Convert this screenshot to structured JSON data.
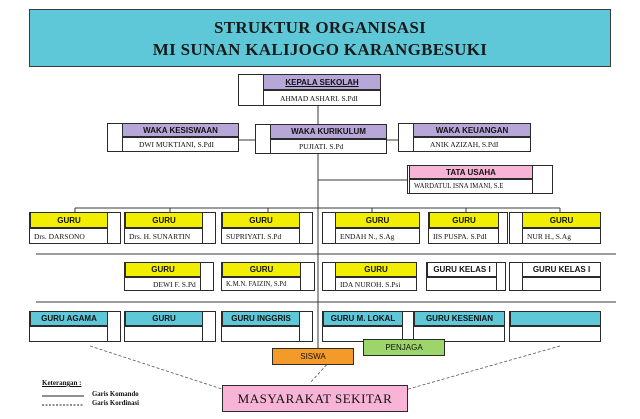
{
  "title": {
    "line1": "STRUKTUR ORGANISASI",
    "line2": "MI SUNAN KALIJOGO KARANGBESUKI"
  },
  "kepala": {
    "title": "KEPALA SEKOLAH",
    "name": "AHMAD ASHARI. S.PdI"
  },
  "waka_kesiswaan": {
    "title": "WAKA KESISWAAN",
    "name": "DWI MUKTIANI, S.PdI"
  },
  "waka_kurikulum": {
    "title": "WAKA KURIKULUM",
    "name": "PUJIATI. S.Pd"
  },
  "waka_keuangan": {
    "title": "WAKA KEUANGAN",
    "name": "ANIK AZIZAH, S.PdI"
  },
  "tata_usaha": {
    "title": "TATA USAHA",
    "name": "WARDATUL ISNA IMANI, S.E"
  },
  "guru_row1": [
    {
      "title": "GURU",
      "name": "Drs. DARSONO"
    },
    {
      "title": "GURU",
      "name": "Drs. H. SUNARTIN"
    },
    {
      "title": "GURU",
      "name": "SUPRIYATI. S.Pd"
    },
    {
      "title": "GURU",
      "name": "ENDAH N., S.Ag"
    },
    {
      "title": "GURU",
      "name": "IIS PUSPA. S.PdI"
    },
    {
      "title": "GURU",
      "name": "NUR H., S.Ag"
    }
  ],
  "guru_row2": [
    {
      "title": "GURU",
      "name": "DEWI F. S.Pd"
    },
    {
      "title": "GURU",
      "name": "K.M.N. FAIZIN, S.Pd"
    },
    {
      "title": "GURU",
      "name": "IDA NUROH. S.Psi"
    },
    {
      "title": "GURU KELAS I",
      "name": ""
    },
    {
      "title": "GURU KELAS I",
      "name": ""
    }
  ],
  "guru_row3": [
    {
      "title": "GURU AGAMA"
    },
    {
      "title": "GURU"
    },
    {
      "title": "GURU INGGRIS"
    },
    {
      "title": "GURU M. LOKAL"
    },
    {
      "title": "GURU KESENIAN"
    },
    {
      "title": ""
    }
  ],
  "siswa": "SISWA",
  "penjaga": "PENJAGA",
  "masyarakat": "MASYARAKAT SEKITAR",
  "legend": {
    "title": "Keterangan :",
    "komando": "Garis Komando",
    "kordinasi": "Garis Kordinasi"
  },
  "colors": {
    "title_bg": "#5ec8d8",
    "waka_header": "#b7a6d8",
    "guru_header": "#f2ee00",
    "tu_header": "#f7b4d6",
    "row3_header": "#5ec8d8",
    "siswa": "#f39a2a",
    "penjaga": "#9cd66b",
    "masyarakat": "#f7b4d6"
  }
}
